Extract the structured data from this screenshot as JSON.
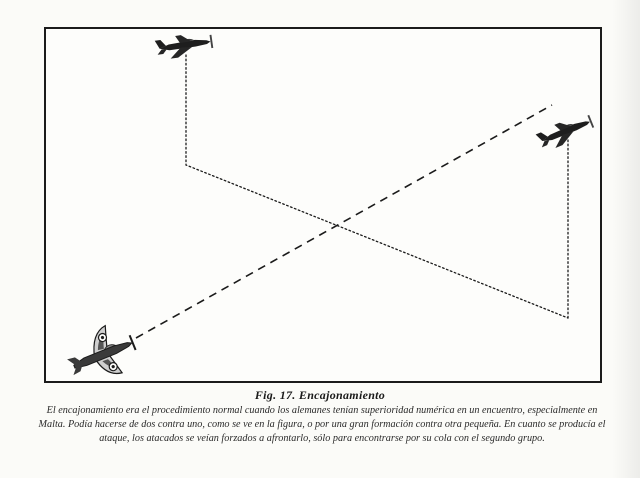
{
  "figure": {
    "title": "Fig. 17. Encajonamiento",
    "caption": "El encajonamiento era el procedimiento normal cuando los alemanes tenían superioridad numérica en un encuentro, especialmente en Malta. Podía hacerse de dos contra uno, como se ve en la figura, o por una gran formación contra otra pequeña. En cuanto se producía el ataque, los atacados se veían forzados a afrontarlo, sólo para encontrarse por su cola con el segundo grupo."
  },
  "aircraft": [
    {
      "id": "fighter-top-left",
      "role": "attacker",
      "icon": "messerschmitt-icon"
    },
    {
      "id": "fighter-top-right",
      "role": "attacker",
      "icon": "messerschmitt-icon"
    },
    {
      "id": "fighter-bottom-left",
      "role": "defender",
      "icon": "spitfire-icon"
    }
  ],
  "colors": {
    "ink": "#1b1b1b",
    "paper": "#fbfbf8"
  }
}
